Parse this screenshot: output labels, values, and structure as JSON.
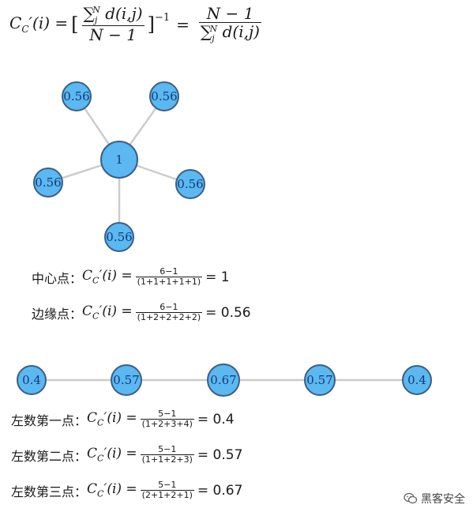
{
  "formula_top": {
    "lhs": "C_C′(i) =",
    "num1": "∑_j^N d(i,j)",
    "den1": "N − 1",
    "power": "−1",
    "eq": "=",
    "num2": "N − 1",
    "den2": "∑_j^N d(i,j)"
  },
  "star_graph": {
    "nodes": [
      {
        "id": "center",
        "label": "1"
      },
      {
        "id": "top-left",
        "label": "0.56"
      },
      {
        "id": "top-right",
        "label": "0.56"
      },
      {
        "id": "left",
        "label": "0.56"
      },
      {
        "id": "right",
        "label": "0.56"
      },
      {
        "id": "bottom",
        "label": "0.56"
      }
    ],
    "edges": [
      [
        "center",
        "top-left"
      ],
      [
        "center",
        "top-right"
      ],
      [
        "center",
        "left"
      ],
      [
        "center",
        "right"
      ],
      [
        "center",
        "bottom"
      ]
    ]
  },
  "star_formulas": [
    {
      "label": "中心点：",
      "lhs": "C_C′(i) =",
      "num": "6−1",
      "den": "(1+1+1+1+1)",
      "result": "= 1"
    },
    {
      "label": "边缘点：",
      "lhs": "C_C′(i) =",
      "num": "6−1",
      "den": "(1+2+2+2+2)",
      "result": "= 0.56"
    }
  ],
  "line_graph": {
    "nodes": [
      {
        "id": "n1",
        "label": "0.4"
      },
      {
        "id": "n2",
        "label": "0.57"
      },
      {
        "id": "n3",
        "label": "0.67"
      },
      {
        "id": "n4",
        "label": "0.57"
      },
      {
        "id": "n5",
        "label": "0.4"
      }
    ]
  },
  "line_formulas": [
    {
      "label": "左数第一点：",
      "lhs": "C_C′(i) =",
      "num": "5−1",
      "den": "(1+2+3+4)",
      "result": "= 0.4"
    },
    {
      "label": "左数第二点：",
      "lhs": "C_C′(i) =",
      "num": "5−1",
      "den": "(1+1+2+3)",
      "result": "= 0.57"
    },
    {
      "label": "左数第三点：",
      "lhs": "C_C′(i) =",
      "num": "5−1",
      "den": "(2+1+2+1)",
      "result": "= 0.67"
    }
  ],
  "watermark": {
    "text": "黑客安全",
    "icon": "wechat-icon"
  }
}
